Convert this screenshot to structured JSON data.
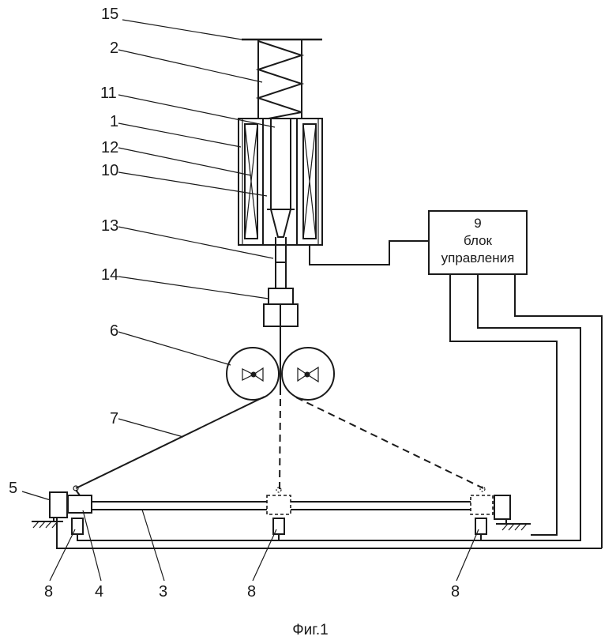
{
  "labels": {
    "n15": "15",
    "n2": "2",
    "n11": "11",
    "n1": "1",
    "n12": "12",
    "n10": "10",
    "n13": "13",
    "n14": "14",
    "n6": "6",
    "n7": "7",
    "n5": "5",
    "n8a": "8",
    "n4": "4",
    "n3": "3",
    "n8b": "8",
    "n8c": "8"
  },
  "control_block": {
    "number": "9",
    "line1": "блок",
    "line2": "управления"
  },
  "caption": "Фиг.1"
}
